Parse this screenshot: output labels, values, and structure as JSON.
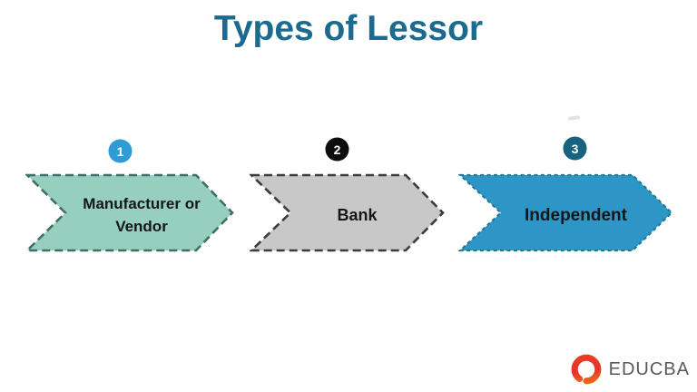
{
  "title": "Types of Lessor",
  "title_color": "#1D6A8F",
  "steps": [
    {
      "number": "1",
      "label": "Manufacturer or Vendor",
      "badge_color": "#2F9CD6",
      "fill": "#97CFBF",
      "border": "#3F6F68"
    },
    {
      "number": "2",
      "label": "Bank",
      "badge_color": "#0D0D0D",
      "fill": "#C8C8C8",
      "border": "#3C3C3C"
    },
    {
      "number": "3",
      "label": "Independent",
      "badge_color": "#16627F",
      "fill": "#2E96C6",
      "border": "#1F7A93"
    }
  ],
  "logo": {
    "text": "EDUCBA",
    "text_color": "#58595B",
    "icon": "educba-swirl-play-icon",
    "icon_gradient": [
      "#E8402A",
      "#F07818"
    ]
  }
}
